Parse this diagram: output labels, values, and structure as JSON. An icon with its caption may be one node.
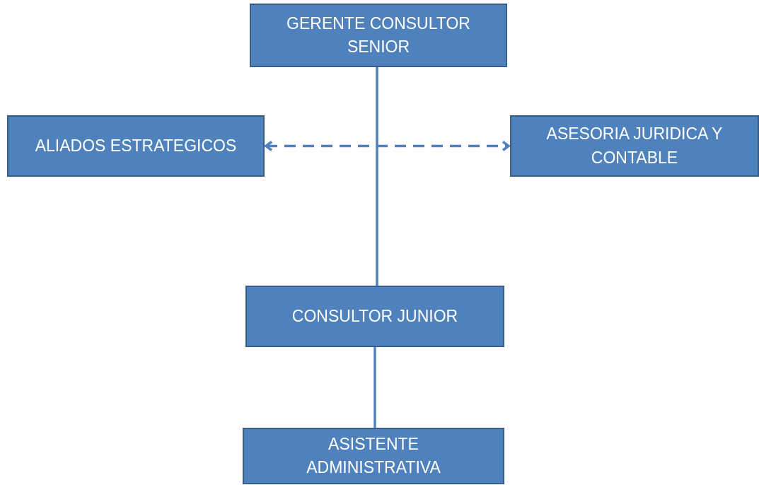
{
  "diagram": {
    "nodes": [
      {
        "text": [
          "GERENTE CONSULTOR SENIOR"
        ]
      },
      {
        "text": [
          "ALIADOS ESTRATEGICOS"
        ]
      },
      {
        "text": [
          "ASESORIA JURIDICA Y CONTABLE"
        ]
      },
      {
        "text": [
          "CONSULTOR JUNIOR"
        ]
      },
      {
        "text": [
          "ASISTENTE ADMINISTRATIVA"
        ]
      }
    ],
    "edges": [
      {
        "from": 0,
        "to": 3,
        "arrow": "none"
      },
      {
        "from": 1,
        "to": 2,
        "arrow": "both",
        "style": "dashed"
      },
      {
        "from": 3,
        "to": 4,
        "arrow": "none"
      }
    ]
  }
}
